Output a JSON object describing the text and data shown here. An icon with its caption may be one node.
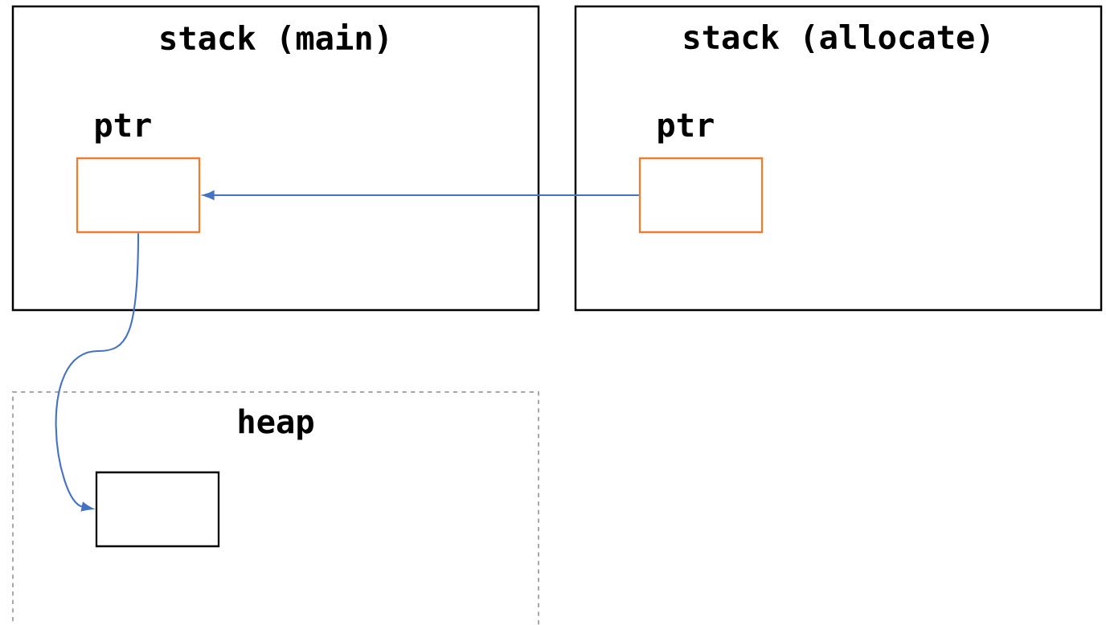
{
  "diagram": {
    "nodes": [
      {
        "text": [
          "stack (main)"
        ]
      },
      {
        "text": [
          "ptr"
        ],
        "in": 0
      },
      {
        "text": [
          "stack (allocate)"
        ]
      },
      {
        "text": [
          "ptr"
        ],
        "in": 2
      },
      {
        "text": [
          "heap"
        ]
      },
      {
        "text": [],
        "shape": "box",
        "in": 4
      }
    ],
    "edges": [
      {
        "from": 3,
        "to": 1,
        "arrow": "to"
      },
      {
        "from": 1,
        "to": 5,
        "arrow": "to"
      }
    ]
  }
}
